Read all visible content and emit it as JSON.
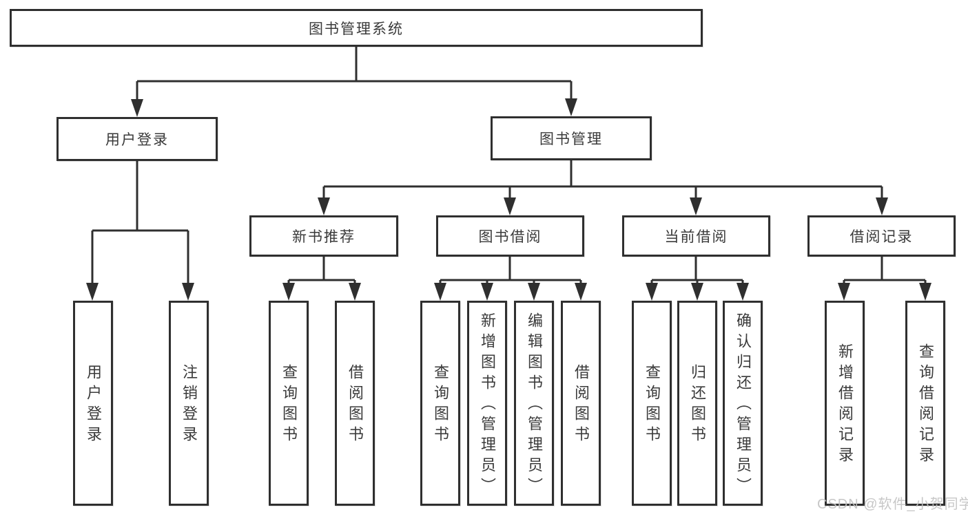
{
  "diagram": {
    "root": {
      "label": "图书管理系统"
    },
    "branches": [
      {
        "label": "用户登录",
        "children": [
          {
            "label": "用户登录"
          },
          {
            "label": "注销登录"
          }
        ]
      },
      {
        "label": "图书管理",
        "children": [
          {
            "label": "新书推荐",
            "children": [
              {
                "label": "查询图书"
              },
              {
                "label": "借阅图书"
              }
            ]
          },
          {
            "label": "图书借阅",
            "children": [
              {
                "label": "查询图书"
              },
              {
                "label": "新增图书（管理员）"
              },
              {
                "label": "编辑图书（管理员）"
              },
              {
                "label": "借阅图书"
              }
            ]
          },
          {
            "label": "当前借阅",
            "children": [
              {
                "label": "查询图书"
              },
              {
                "label": "归还图书"
              },
              {
                "label": "确认归还（管理员）"
              }
            ]
          },
          {
            "label": "借阅记录",
            "children": [
              {
                "label": "新增借阅记录"
              },
              {
                "label": "查询借阅记录"
              }
            ]
          }
        ]
      }
    ],
    "colors": {
      "line": "#2f2f2f",
      "text": "#3a3a3a",
      "box_background": "#ffffff",
      "page_background": "#ffffff",
      "watermark": "#c2c2c2"
    },
    "watermark": "CSDN @软件_小贺同学"
  }
}
